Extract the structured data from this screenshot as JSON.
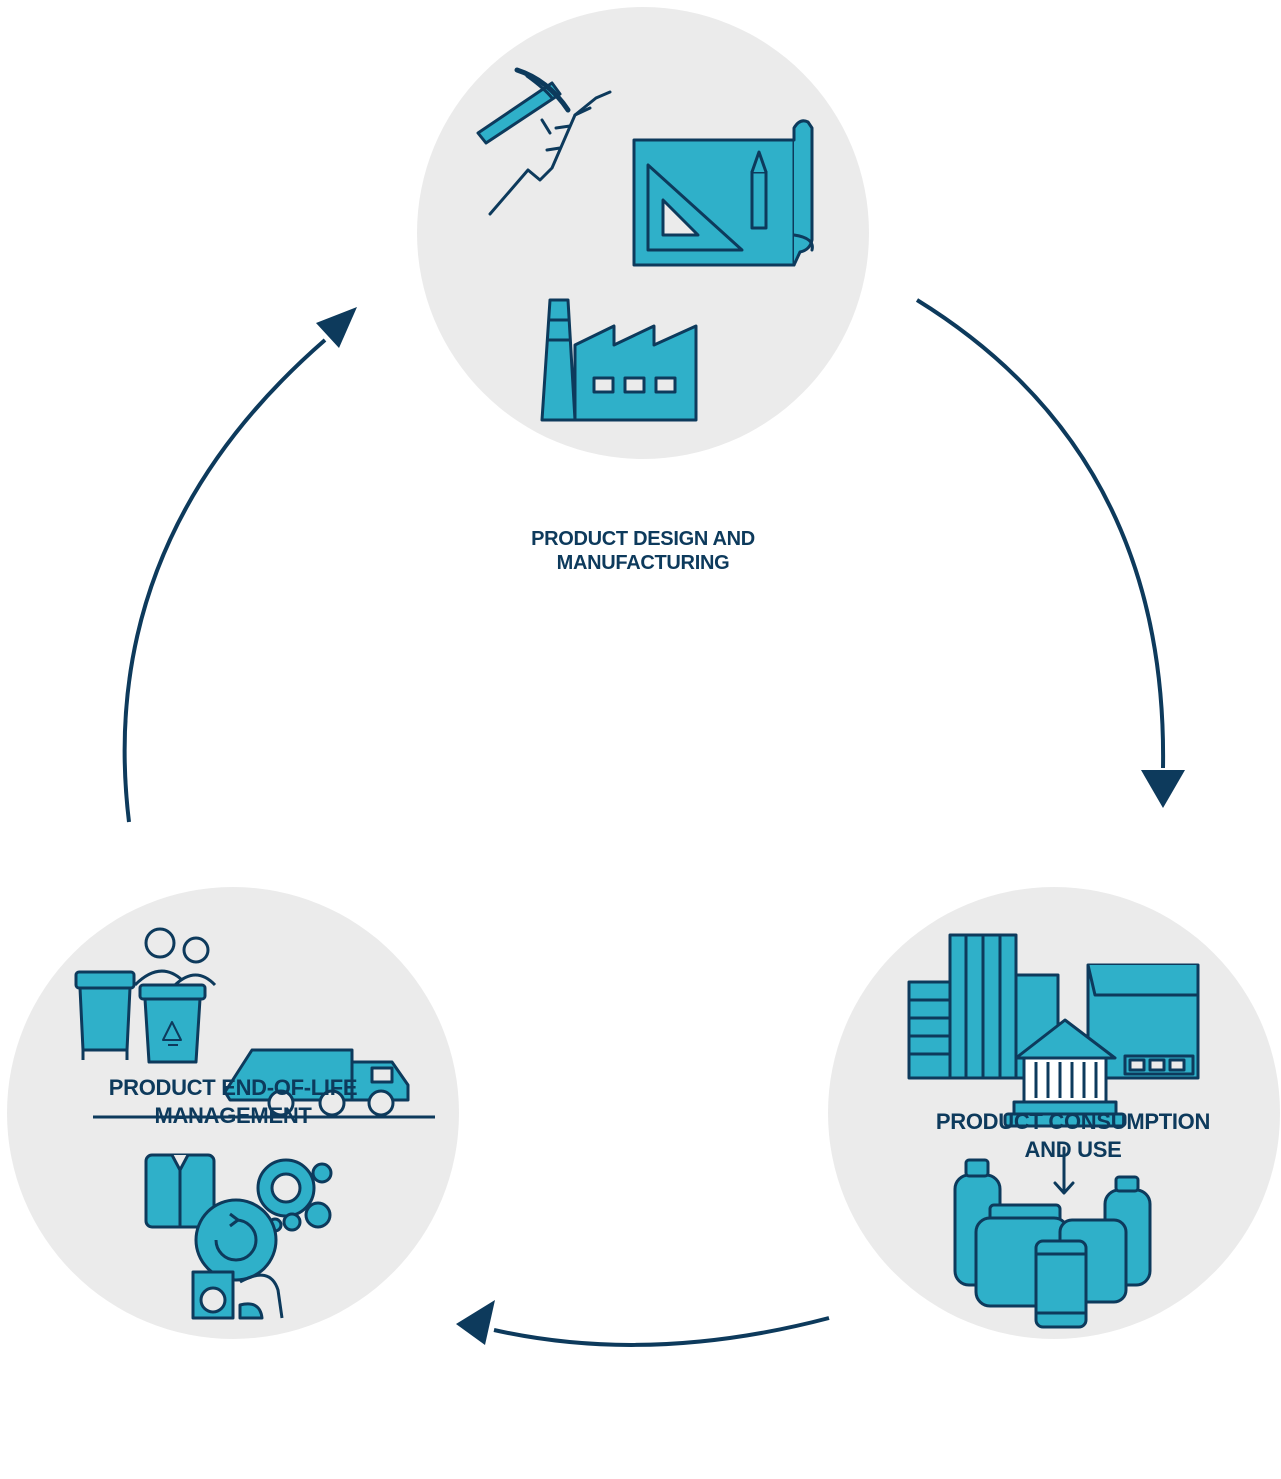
{
  "stages": [
    {
      "line1": "PRODUCT DESIGN AND",
      "line2": "MANUFACTURING",
      "icon": "design-manufacturing-icon"
    },
    {
      "line1": "PRODUCT CONSUMPTION",
      "line2": "AND USE",
      "icon": "consumption-use-icon"
    },
    {
      "line1": "PRODUCT END-OF-LIFE",
      "line2": "MANAGEMENT",
      "icon": "end-of-life-icon"
    }
  ],
  "colors": {
    "accent": "#2fb0c9",
    "stroke": "#0d3a5c",
    "circle": "#ebebeb",
    "arrow": "#0d3a5c"
  }
}
